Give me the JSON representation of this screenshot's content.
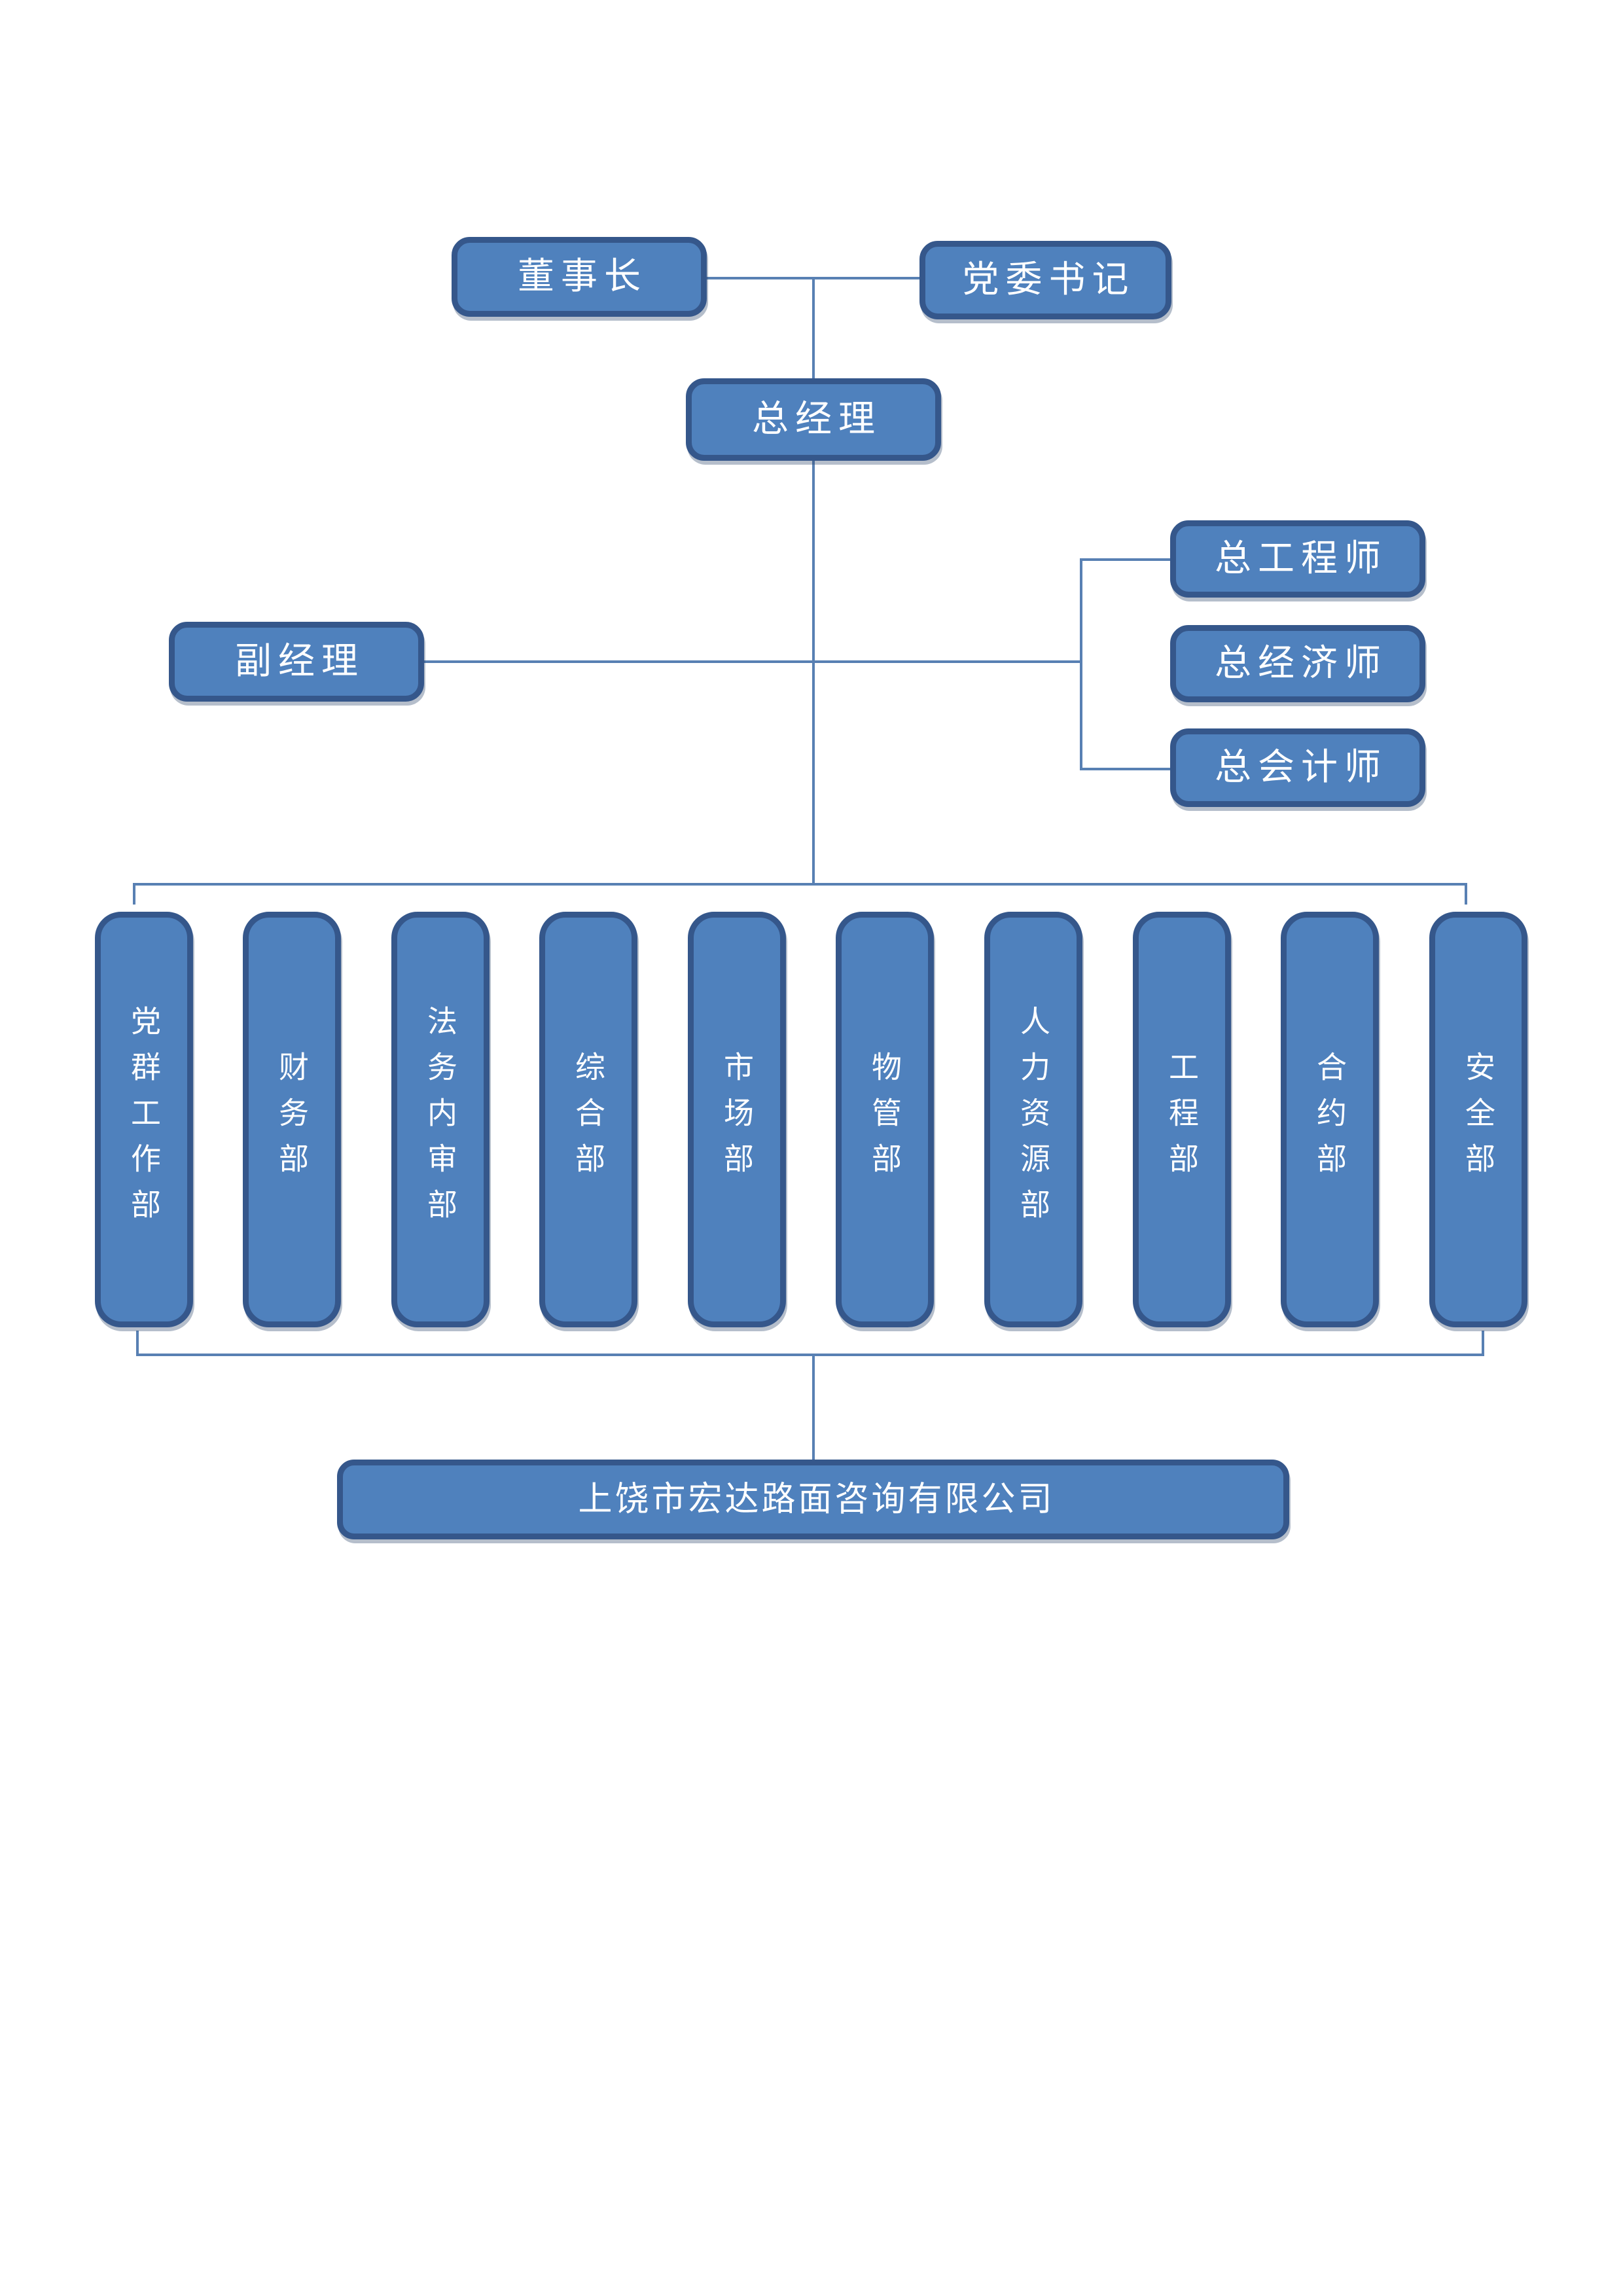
{
  "colors": {
    "page_bg": "#FFFFFF",
    "node_fill": "#4F81BD",
    "node_border": "#35578B",
    "node_text": "#FFFFFF",
    "connector": "#5880B3"
  },
  "nodes": {
    "chairman": {
      "label": "董事长"
    },
    "party_secretary": {
      "label": "党委书记"
    },
    "general_manager": {
      "label": "总经理"
    },
    "deputy_manager": {
      "label": "副经理"
    },
    "chief_engineer": {
      "label": "总工程师"
    },
    "chief_economist": {
      "label": "总经济师"
    },
    "chief_accountant": {
      "label": "总会计师"
    },
    "company": {
      "label": "上饶市宏达路面咨询有限公司"
    },
    "departments": [
      {
        "label": "党群工作部"
      },
      {
        "label": "财务部"
      },
      {
        "label": "法务内审部"
      },
      {
        "label": "综合部"
      },
      {
        "label": "市场部"
      },
      {
        "label": "物管部"
      },
      {
        "label": "人力资源部"
      },
      {
        "label": "工程部"
      },
      {
        "label": "合约部"
      },
      {
        "label": "安全部"
      }
    ]
  },
  "edges": [
    {
      "from": "chairman",
      "to": "party_secretary"
    },
    {
      "from": "chairman_party_link",
      "to": "general_manager"
    },
    {
      "from": "deputy_manager",
      "to": "chiefs_bracket"
    },
    {
      "from": "chiefs_bracket",
      "to": "chief_engineer"
    },
    {
      "from": "chiefs_bracket",
      "to": "chief_accountant"
    },
    {
      "from": "general_manager",
      "to": "departments_bracket"
    },
    {
      "from": "departments_bracket",
      "to": "company"
    }
  ]
}
